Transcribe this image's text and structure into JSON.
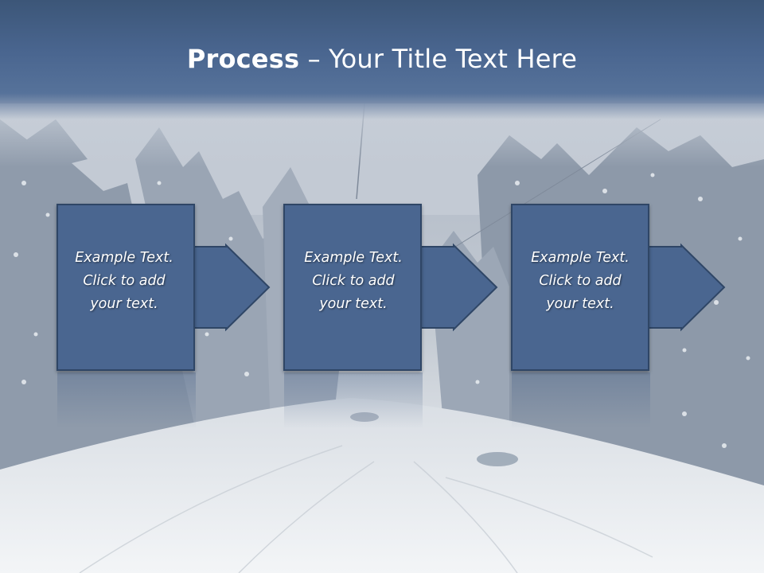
{
  "slide": {
    "title_bold": "Process",
    "title_rest": " – Your Title Text Here",
    "colors": {
      "title_band": "#4a6690",
      "box_fill": "#4a6690",
      "box_border": "#2f4666",
      "text": "#ffffff"
    },
    "steps": [
      {
        "text": "Example Text.\nClick  to add\nyour text.",
        "icon": "right-arrow-icon"
      },
      {
        "text": "Example Text.\nClick  to add\nyour text.",
        "icon": "right-arrow-icon"
      },
      {
        "text": "Example Text.\nClick  to add\nyour text.",
        "icon": "right-arrow-icon"
      }
    ]
  }
}
